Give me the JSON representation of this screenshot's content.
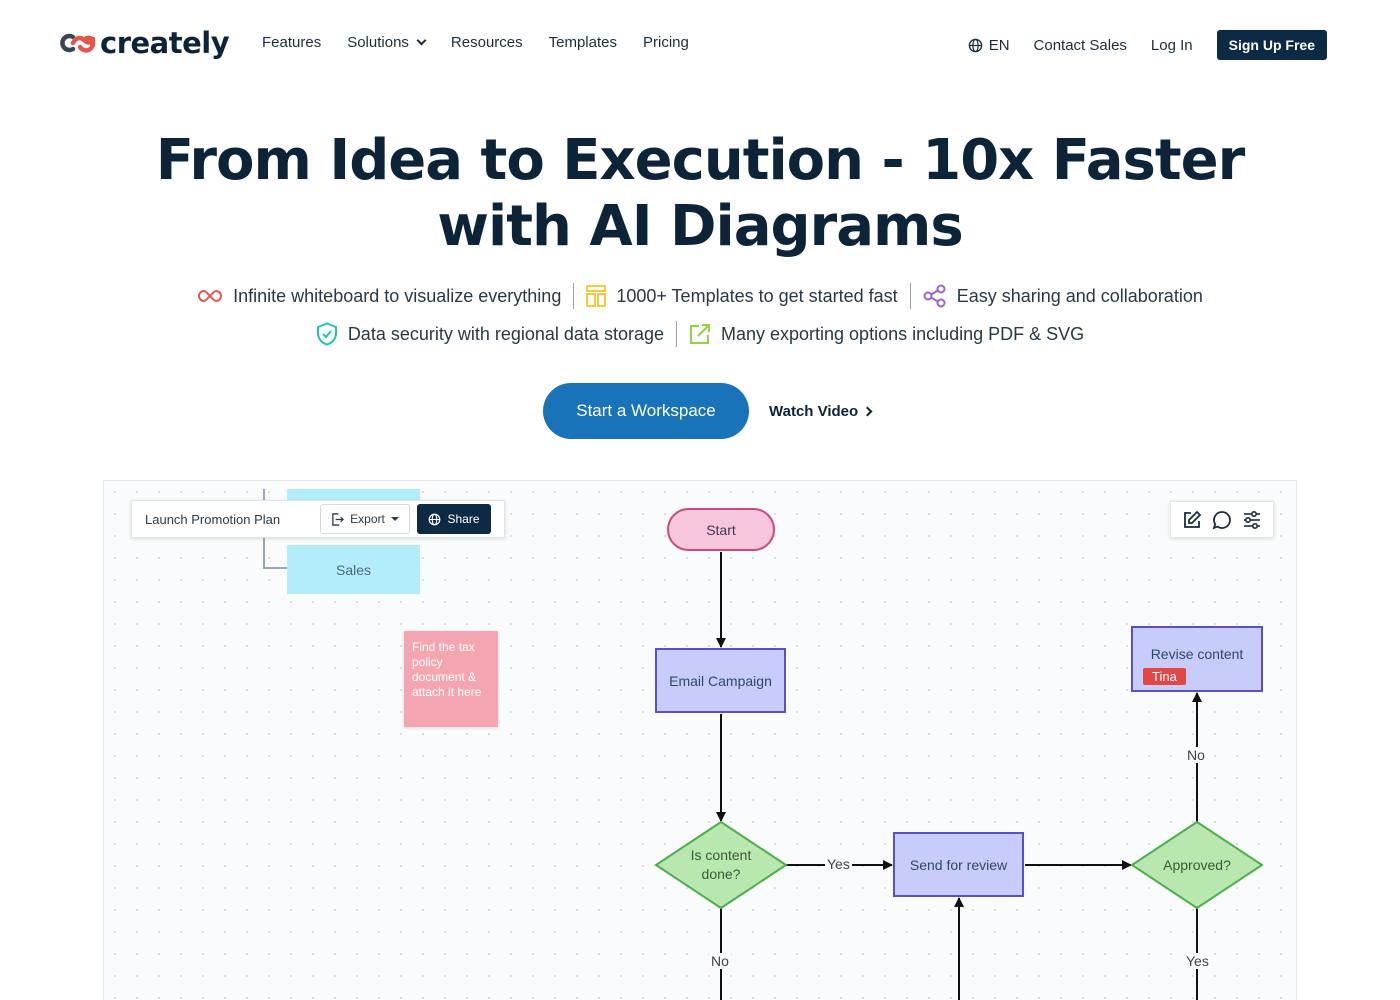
{
  "nav": {
    "brand": "creately",
    "links": [
      "Features",
      "Solutions",
      "Resources",
      "Templates",
      "Pricing"
    ],
    "language": "EN",
    "contact_sales": "Contact Sales",
    "login": "Log In",
    "signup": "Sign Up Free"
  },
  "hero": {
    "title_line1": "From Idea to Execution - 10x Faster",
    "title_line2": "with AI Diagrams",
    "features": [
      "Infinite whiteboard to visualize everything",
      "1000+ Templates to get started fast",
      "Easy sharing and collaboration",
      "Data security with regional data storage",
      "Many exporting options including PDF & SVG"
    ],
    "cta_primary": "Start a Workspace",
    "cta_secondary": "Watch Video"
  },
  "editor": {
    "doc_title": "Launch Promotion Plan",
    "export_label": "Export",
    "share_label": "Share",
    "nodes": {
      "sales": "Sales",
      "sticky_note": "Find the tax policy document & attach it here",
      "start": "Start",
      "email_campaign": "Email Campaign",
      "is_content_done": "Is content done?",
      "send_for_review": "Send for review",
      "approved": "Approved?",
      "revise_content": "Revise content"
    },
    "edge_labels": {
      "yes_1": "Yes",
      "no_1": "No",
      "no_2": "No",
      "yes_2": "Yes"
    },
    "collaborator": "Tina"
  },
  "colors": {
    "brand_dark": "#0c2a44",
    "primary_blue": "#1973b8",
    "logo_red": "#e2574c"
  }
}
